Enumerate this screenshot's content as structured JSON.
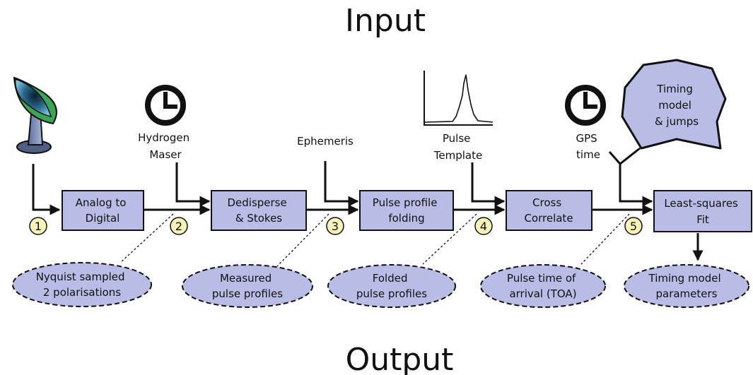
{
  "title_input": "Input",
  "title_output": "Output",
  "inputs": {
    "maser": [
      "Hydrogen",
      "Maser"
    ],
    "ephemeris": "Ephemeris",
    "template": [
      "Pulse",
      "Template"
    ],
    "gps": [
      "GPS",
      "time"
    ],
    "timing_model": [
      "Timing",
      "model",
      "& jumps"
    ]
  },
  "stages": [
    [
      "Analog to",
      "Digital"
    ],
    [
      "Dedisperse",
      "& Stokes"
    ],
    [
      "Pulse profile",
      "folding"
    ],
    [
      "Cross",
      "Correlate"
    ],
    [
      "Least-squares",
      "Fit"
    ]
  ],
  "markers": [
    "1",
    "2",
    "3",
    "4",
    "5"
  ],
  "outputs": [
    [
      "Nyquist sampled",
      "2 polarisations"
    ],
    [
      "Measured",
      "pulse profiles"
    ],
    [
      "Folded",
      "pulse profiles"
    ],
    [
      "Pulse time of",
      "arrival (TOA)"
    ],
    [
      "Timing model",
      "parameters"
    ]
  ],
  "colors": {
    "box_fill": "#b9bde6",
    "marker_fill": "#f7f3b8",
    "line": "#111111",
    "dish_green": "#3aa655",
    "dish_blue": "#2a6a8e"
  }
}
